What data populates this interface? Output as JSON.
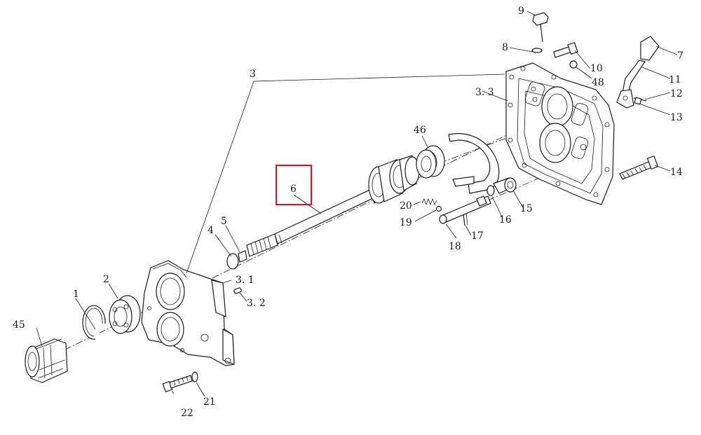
{
  "highlight_color": "#d9141c",
  "highlighted_part": "6",
  "labels": {
    "p1": "1",
    "p2": "2",
    "p3": "3",
    "p3_1": "3. 1",
    "p3_2": "3. 2",
    "p3_3": "3. 3",
    "p4": "4",
    "p5": "5",
    "p6": "6",
    "p7": "7",
    "p8": "8",
    "p9": "9",
    "p10": "10",
    "p11": "11",
    "p12": "12",
    "p13": "13",
    "p14": "14",
    "p15": "15",
    "p16": "16",
    "p17": "17",
    "p18": "18",
    "p19": "19",
    "p20": "20",
    "p21": "21",
    "p22": "22",
    "p45": "45",
    "p46": "46",
    "p48": "48"
  }
}
